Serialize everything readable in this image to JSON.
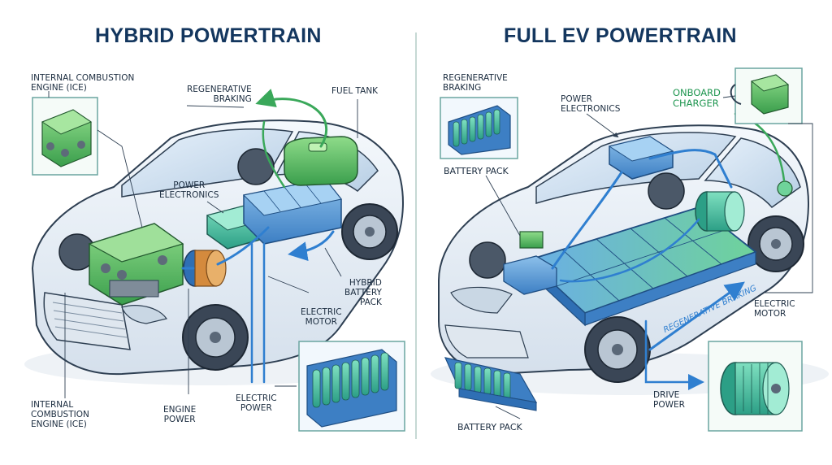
{
  "hybrid": {
    "title": "HYBRID POWERTRAIN",
    "labels": {
      "ice_top_1": "INTERNAL COMBUSTION",
      "ice_top_2": "ENGINE (ICE)",
      "regen_1": "REGENERATIVE",
      "regen_2": "BRAKING",
      "fuel_tank": "FUEL TANK",
      "power_elec_1": "POWER",
      "power_elec_2": "ELECTRONICS",
      "hybrid_batt_1": "HYBRID",
      "hybrid_batt_2": "BATTERY",
      "hybrid_batt_3": "PACK",
      "electric_motor_1": "ELECTRIC",
      "electric_motor_2": "MOTOR",
      "ice_bottom_1": "INTERNAL",
      "ice_bottom_2": "COMBUSTION",
      "ice_bottom_3": "ENGINE (ICE)",
      "engine_power_1": "ENGINE",
      "engine_power_2": "POWER",
      "electric_power_1": "ELECTRIC",
      "electric_power_2": "POWER"
    }
  },
  "ev": {
    "title": "FULL EV POWERTRAIN",
    "labels": {
      "regen_top_1": "REGENERATIVE",
      "regen_top_2": "BRAKING",
      "power_elec_1": "POWER",
      "power_elec_2": "ELECTRONICS",
      "onboard_1": "ONBOARD",
      "onboard_2": "CHARGER",
      "battery_pack_top": "BATTERY PACK",
      "regen_arrow": "REGENERATIVE BRAKING",
      "electric_motor_1": "ELECTRIC",
      "electric_motor_2": "MOTOR",
      "drive_power_1": "DRIVE",
      "drive_power_2": "POWER",
      "battery_pack_bottom": "BATTERY PACK"
    }
  },
  "colors": {
    "title": "#13365e",
    "engine_green": "#3fa84a",
    "battery_blue": "#4a8fd0",
    "battery_green": "#5fc48c",
    "flow_blue": "#2f7fd0",
    "flow_green": "#3aa85a",
    "car_outline": "#2e3f52",
    "panel_border": "#6aa5a0"
  },
  "icons": [
    "engine-icon",
    "battery-pack-icon",
    "motor-icon",
    "charger-icon",
    "fuel-tank-icon",
    "power-electronics-icon"
  ]
}
